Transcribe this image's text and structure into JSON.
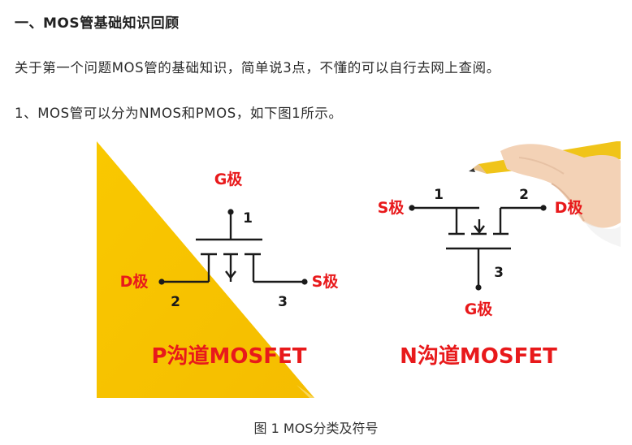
{
  "article": {
    "heading": "一、MOS管基础知识回顾",
    "paragraph_1": "关于第一个问题MOS管的基础知识，简单说3点，不懂的可以自行去网上查阅。",
    "paragraph_2": "1、MOS管可以分为NMOS和PMOS，如下图1所示。"
  },
  "figure": {
    "caption": "图 1 MOS分类及符号",
    "pmos": {
      "title": "P沟道MOSFET",
      "gate_label": "G极",
      "drain_label": "D极",
      "source_label": "S极",
      "pin_gate": "1",
      "pin_drain": "2",
      "pin_source": "3"
    },
    "nmos": {
      "title": "N沟道MOSFET",
      "gate_label": "G极",
      "drain_label": "D极",
      "source_label": "S极",
      "pin_source": "1",
      "pin_drain": "2",
      "pin_gate": "3"
    },
    "colors": {
      "label_red": "#e8191b",
      "triangle_yellow": "#f8c400",
      "line": "#1a1a1a"
    }
  }
}
